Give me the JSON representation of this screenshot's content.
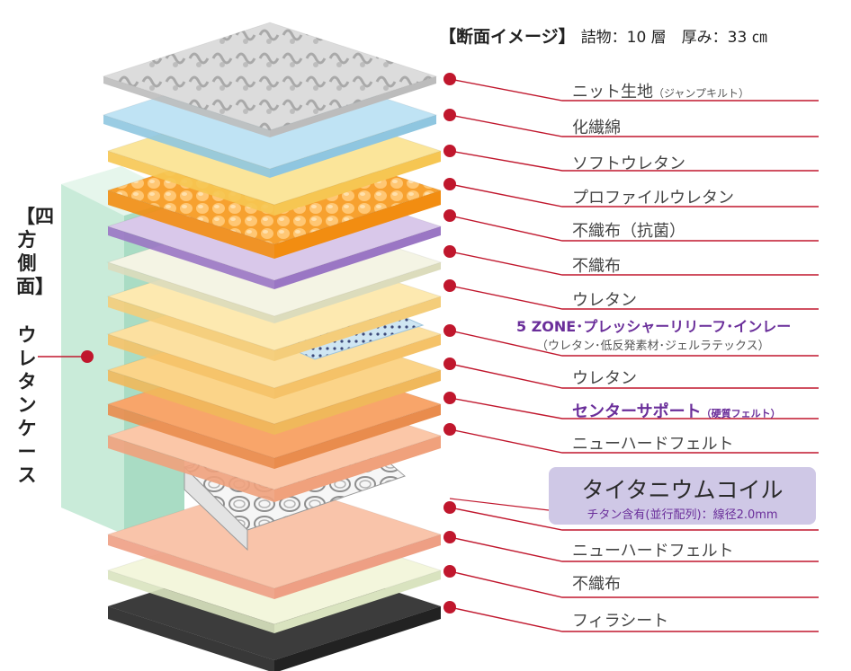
{
  "header": {
    "title": "【断面イメージ】",
    "spec": "詰物：10 層　厚み：33 ㎝"
  },
  "layers": [
    {
      "label": "ニット生地",
      "sub": "（ジャンプキルト）"
    },
    {
      "label": "化繊綿",
      "sub": ""
    },
    {
      "label": "ソフトウレタン",
      "sub": ""
    },
    {
      "label": "プロファイルウレタン",
      "sub": ""
    },
    {
      "label": "不織布（抗菌）",
      "sub": ""
    },
    {
      "label": "不織布",
      "sub": ""
    },
    {
      "label": "ウレタン",
      "sub": ""
    },
    {
      "label": "ウレタン",
      "sub": ""
    },
    {
      "label": "センターサポート",
      "sub": "（硬質フェルト）"
    },
    {
      "label": "ニューハードフェルト",
      "sub": ""
    },
    {
      "label": "ニューハードフェルト",
      "sub": ""
    },
    {
      "label": "不織布",
      "sub": ""
    },
    {
      "label": "フィラシート",
      "sub": ""
    }
  ],
  "zone": {
    "title": "5 ZONE･プレッシャーリリーフ･インレー",
    "sub": "（ウレタン･低反発素材･ジェルラテックス）"
  },
  "coil": {
    "title": "タイタニウムコイル",
    "sub": "チタン含有(並行配列)：線径2.0mm"
  },
  "side": {
    "title": "【四方側面】",
    "name": "ウレタンケース"
  },
  "colors": {
    "accent_red": "#c0172d",
    "purple": "#6a2e9a",
    "coil_box": "#cfc8e6",
    "case_green": "#c9ebd9"
  }
}
